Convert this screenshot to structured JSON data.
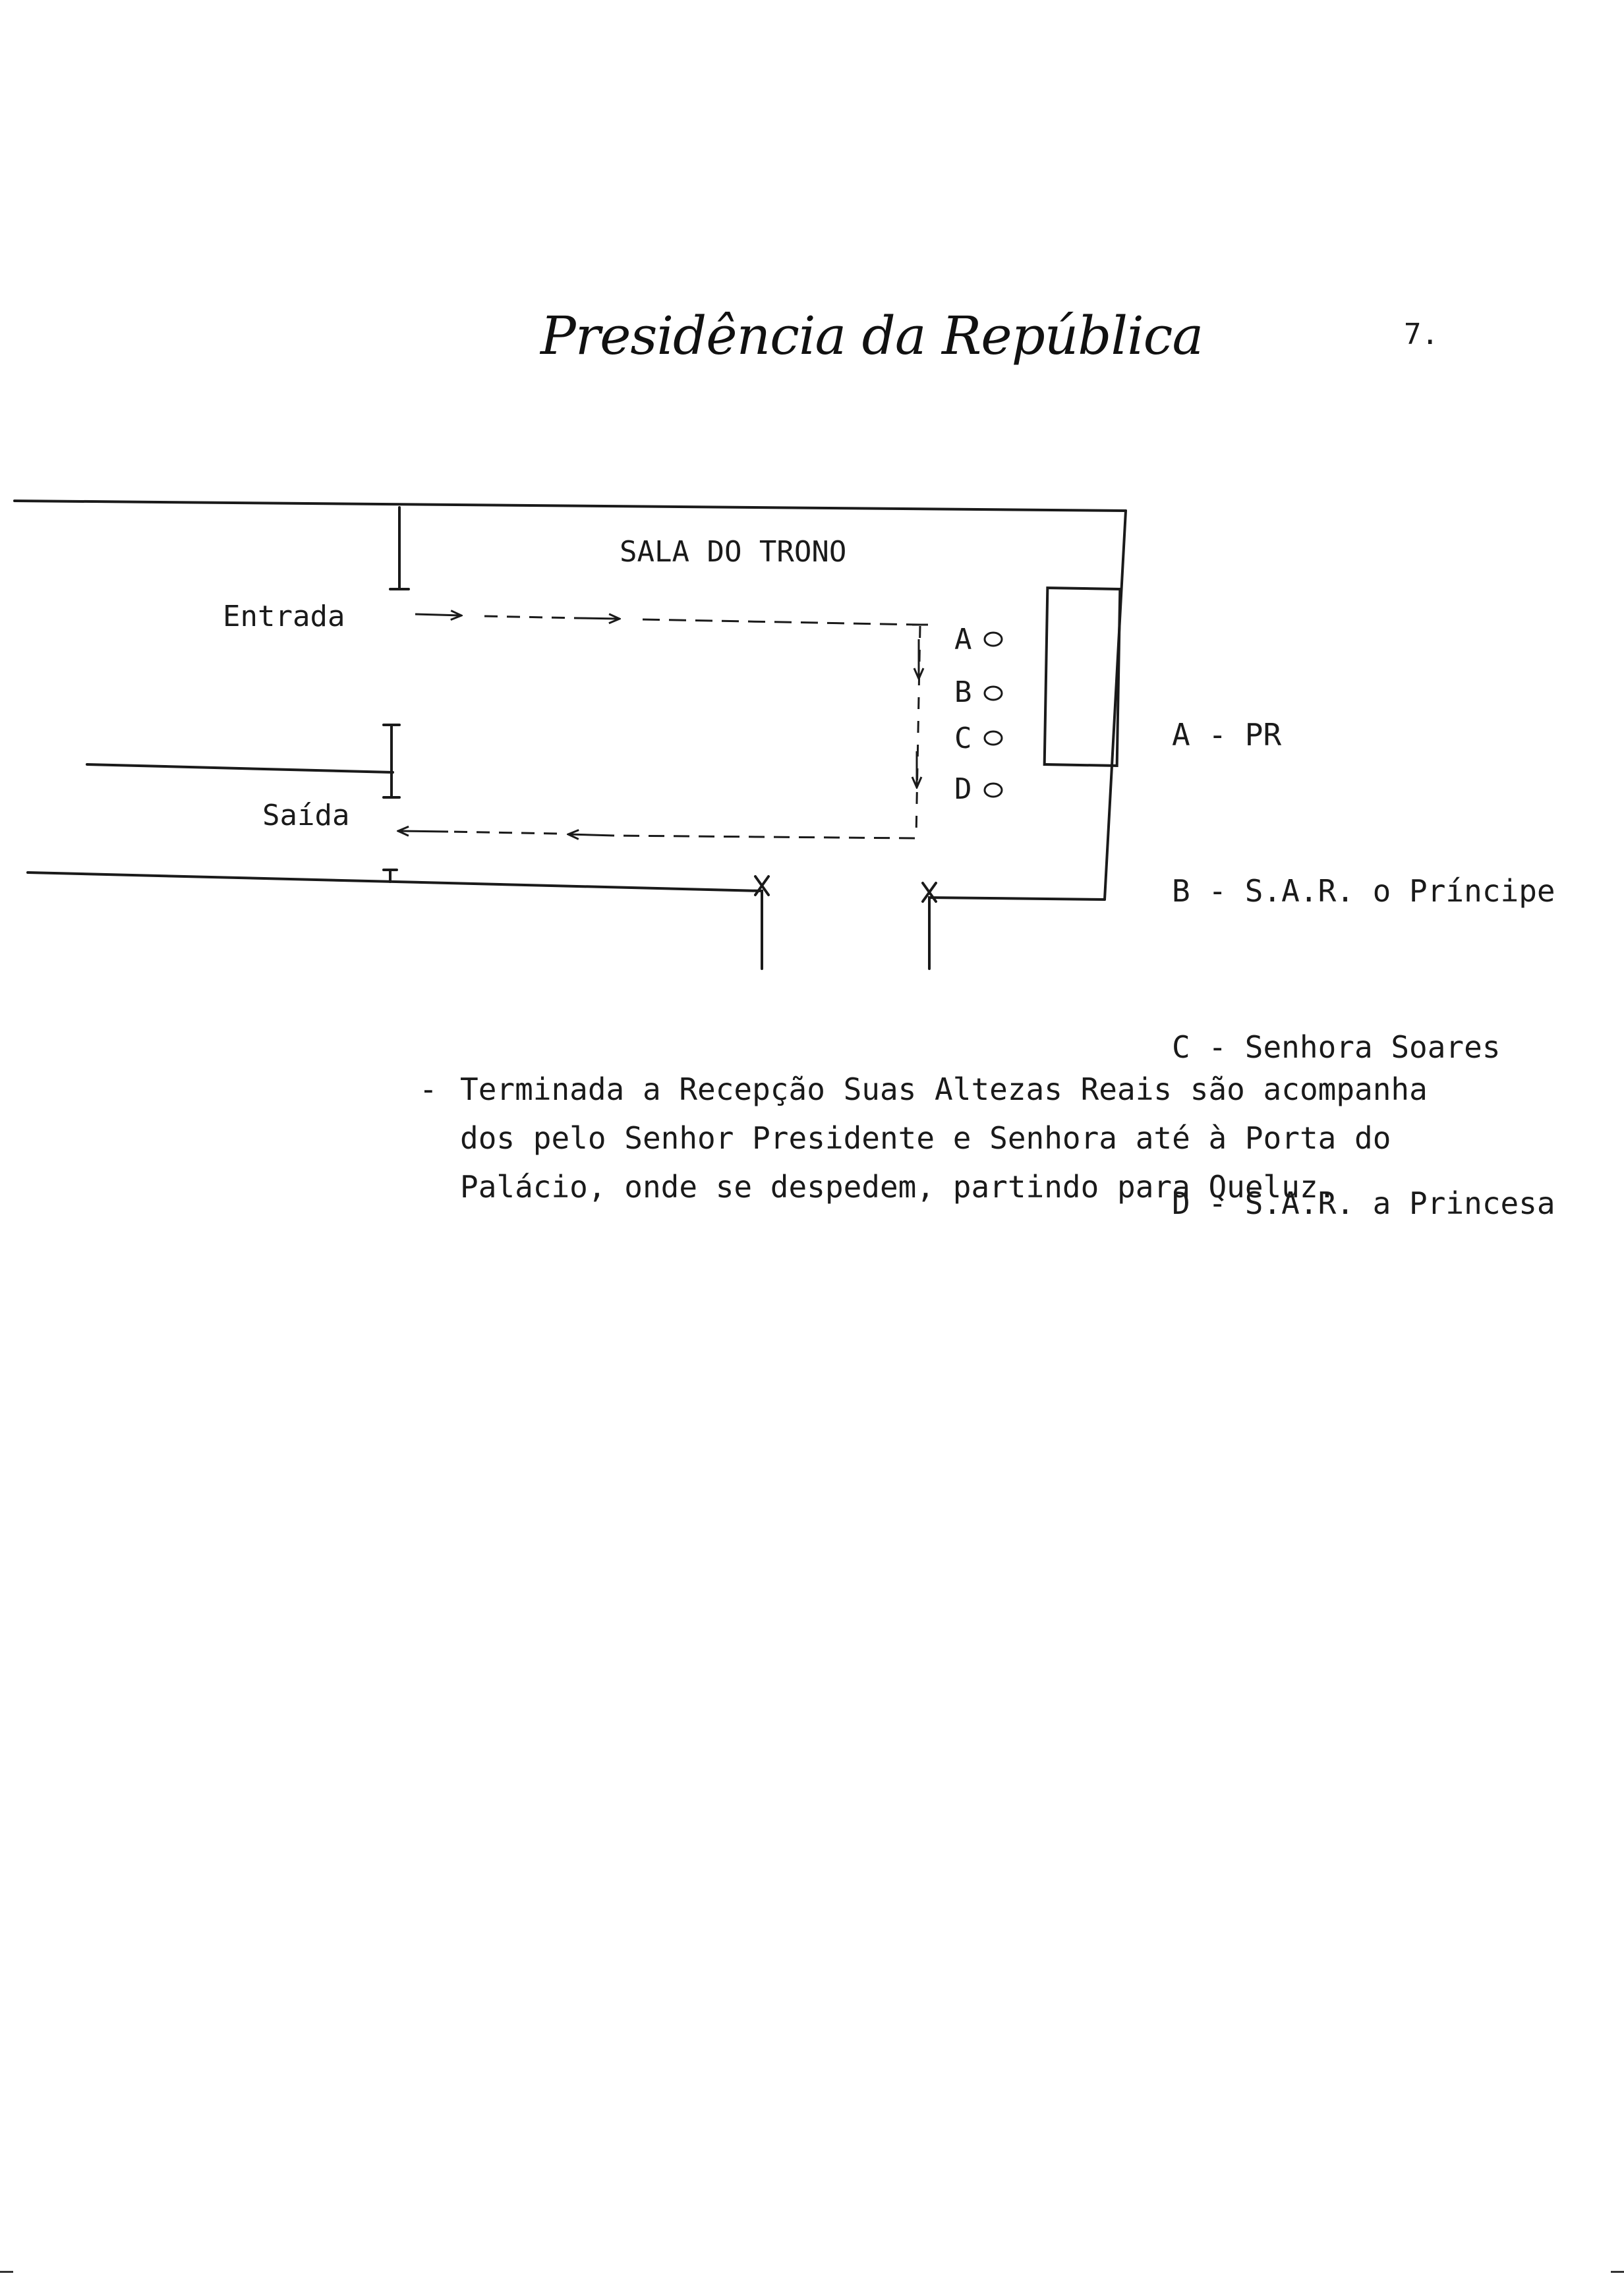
{
  "header": {
    "letterhead": "Presidência da República",
    "page_number": "7."
  },
  "diagram": {
    "room_title": "SALA DO TRONO",
    "entrance_label": "Entrada",
    "exit_label": "Saída",
    "positions": [
      {
        "letter": "A"
      },
      {
        "letter": "B"
      },
      {
        "letter": "C"
      },
      {
        "letter": "D"
      }
    ]
  },
  "legend": [
    {
      "letter": "A",
      "text": "PR"
    },
    {
      "letter": "B",
      "text": "S.A.R. o Príncipe"
    },
    {
      "letter": "C",
      "text": "Senhora Soares"
    },
    {
      "letter": "D",
      "text": "S.A.R. a Princesa"
    }
  ],
  "body": {
    "bullet": "-",
    "lines": [
      "Terminada a Recepção Suas Altezas Reais são acompanha",
      "dos pelo Senhor Presidente e Senhora até à Porta do",
      "Palácio, onde se despedem, partindo para Queluz."
    ]
  }
}
